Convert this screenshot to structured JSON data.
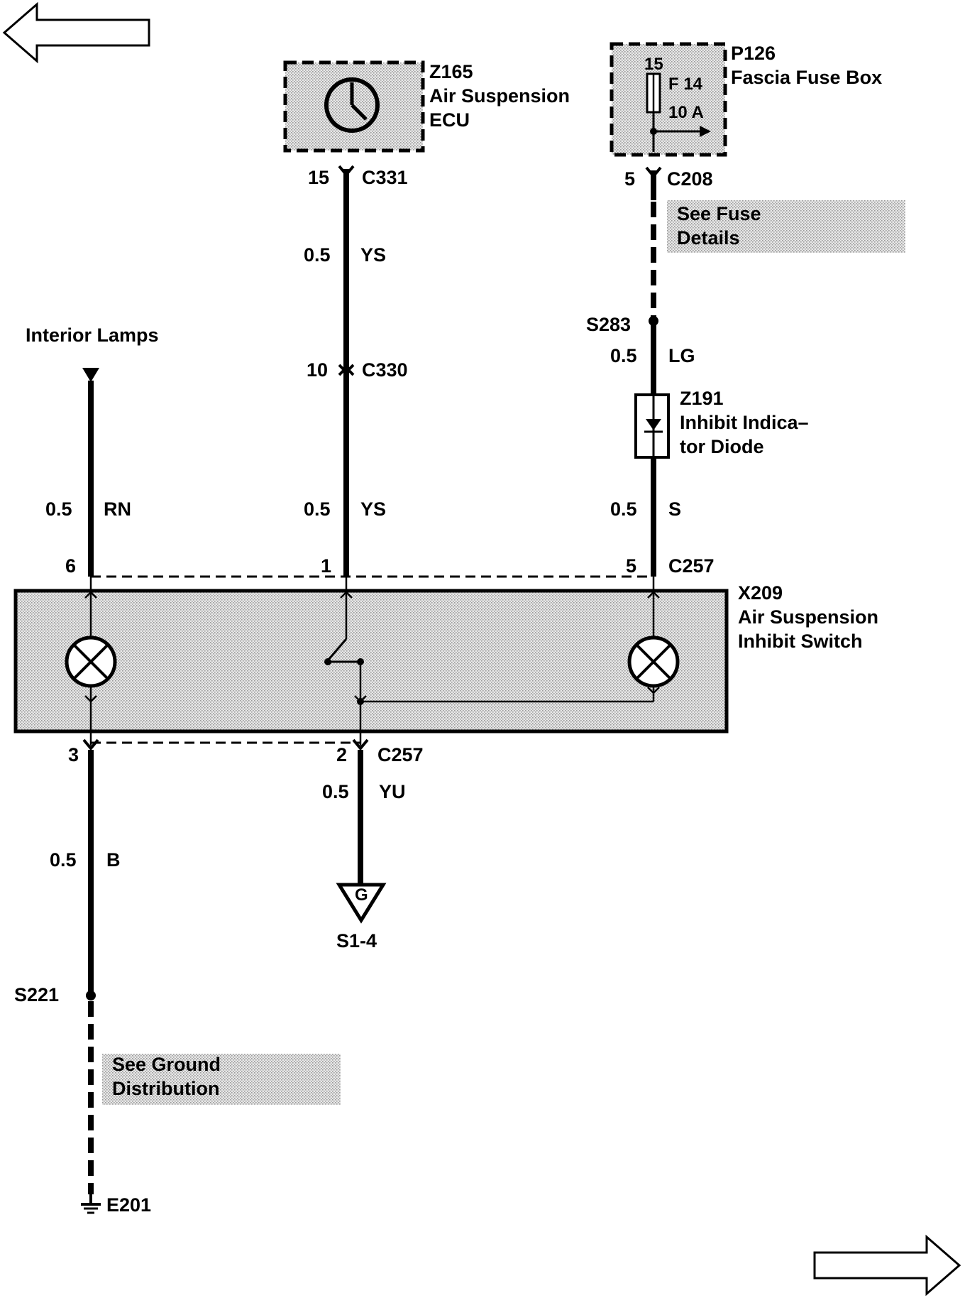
{
  "nav": {
    "back_icon": "left-arrow-icon",
    "forward_icon": "right-arrow-icon"
  },
  "ecu": {
    "id": "Z165",
    "name_line1": "Air Suspension",
    "name_line2": "ECU",
    "pin": "15",
    "connector": "C331"
  },
  "fusebox": {
    "id": "P126",
    "name": "Fascia Fuse Box",
    "pin_top": "15",
    "fuse": "F 14",
    "rating": "10 A",
    "pin": "5",
    "connector": "C208"
  },
  "fuse_ref": {
    "line1": "See Fuse",
    "line2": "Details"
  },
  "wire_ys_upper": {
    "size": "0.5",
    "color": "YS"
  },
  "inline_connector": {
    "pin": "10",
    "connector": "C330"
  },
  "splice_s283": "S283",
  "wire_lg": {
    "size": "0.5",
    "color": "LG"
  },
  "diode": {
    "id": "Z191",
    "name_line1": "Inhibit Indica–",
    "name_line2": "tor Diode"
  },
  "interior_lamps": "Interior Lamps",
  "wire_rn": {
    "size": "0.5",
    "color": "RN"
  },
  "wire_ys_lower": {
    "size": "0.5",
    "color": "YS"
  },
  "wire_s": {
    "size": "0.5",
    "color": "S"
  },
  "switch_top_pins": {
    "pin_left": "6",
    "pin_mid": "1",
    "pin_right": "5",
    "connector": "C257"
  },
  "switch": {
    "id": "X209",
    "name_line1": "Air Suspension",
    "name_line2": "Inhibit Switch"
  },
  "switch_bottom_pins": {
    "pin_left": "3",
    "pin_mid": "2",
    "connector": "C257"
  },
  "wire_yu": {
    "size": "0.5",
    "color": "YU"
  },
  "ground_tri": {
    "letter": "G",
    "ref": "S1-4"
  },
  "wire_b": {
    "size": "0.5",
    "color": "B"
  },
  "splice_s221": "S221",
  "ground_ref": {
    "line1": "See Ground",
    "line2": "Distribution"
  },
  "ground_e201": "E201"
}
